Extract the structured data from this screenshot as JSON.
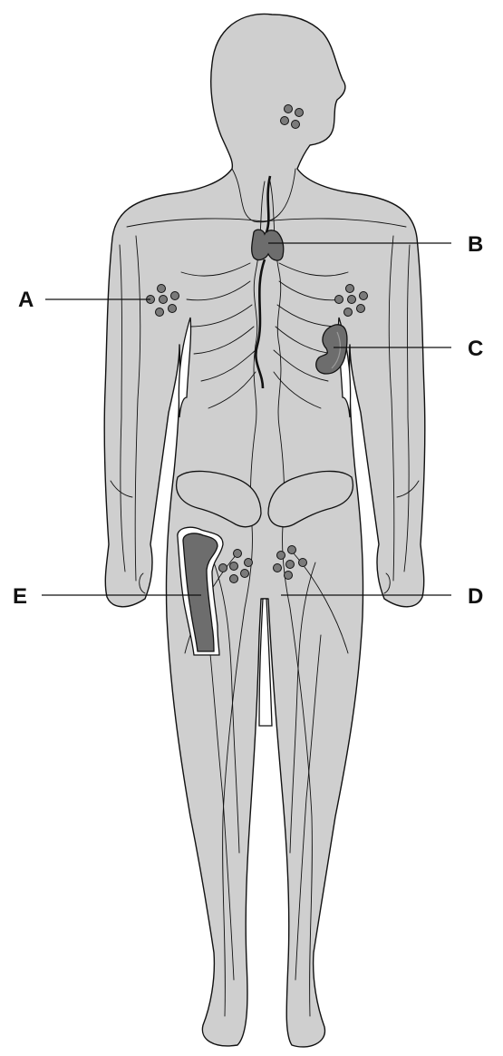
{
  "labels": {
    "a": "A",
    "b": "B",
    "c": "C",
    "d": "D",
    "e": "E"
  },
  "colors": {
    "body": "#cfcfcf",
    "organ": "#6d6d6d",
    "node": "#7a7a7a",
    "outline": "#111111"
  }
}
